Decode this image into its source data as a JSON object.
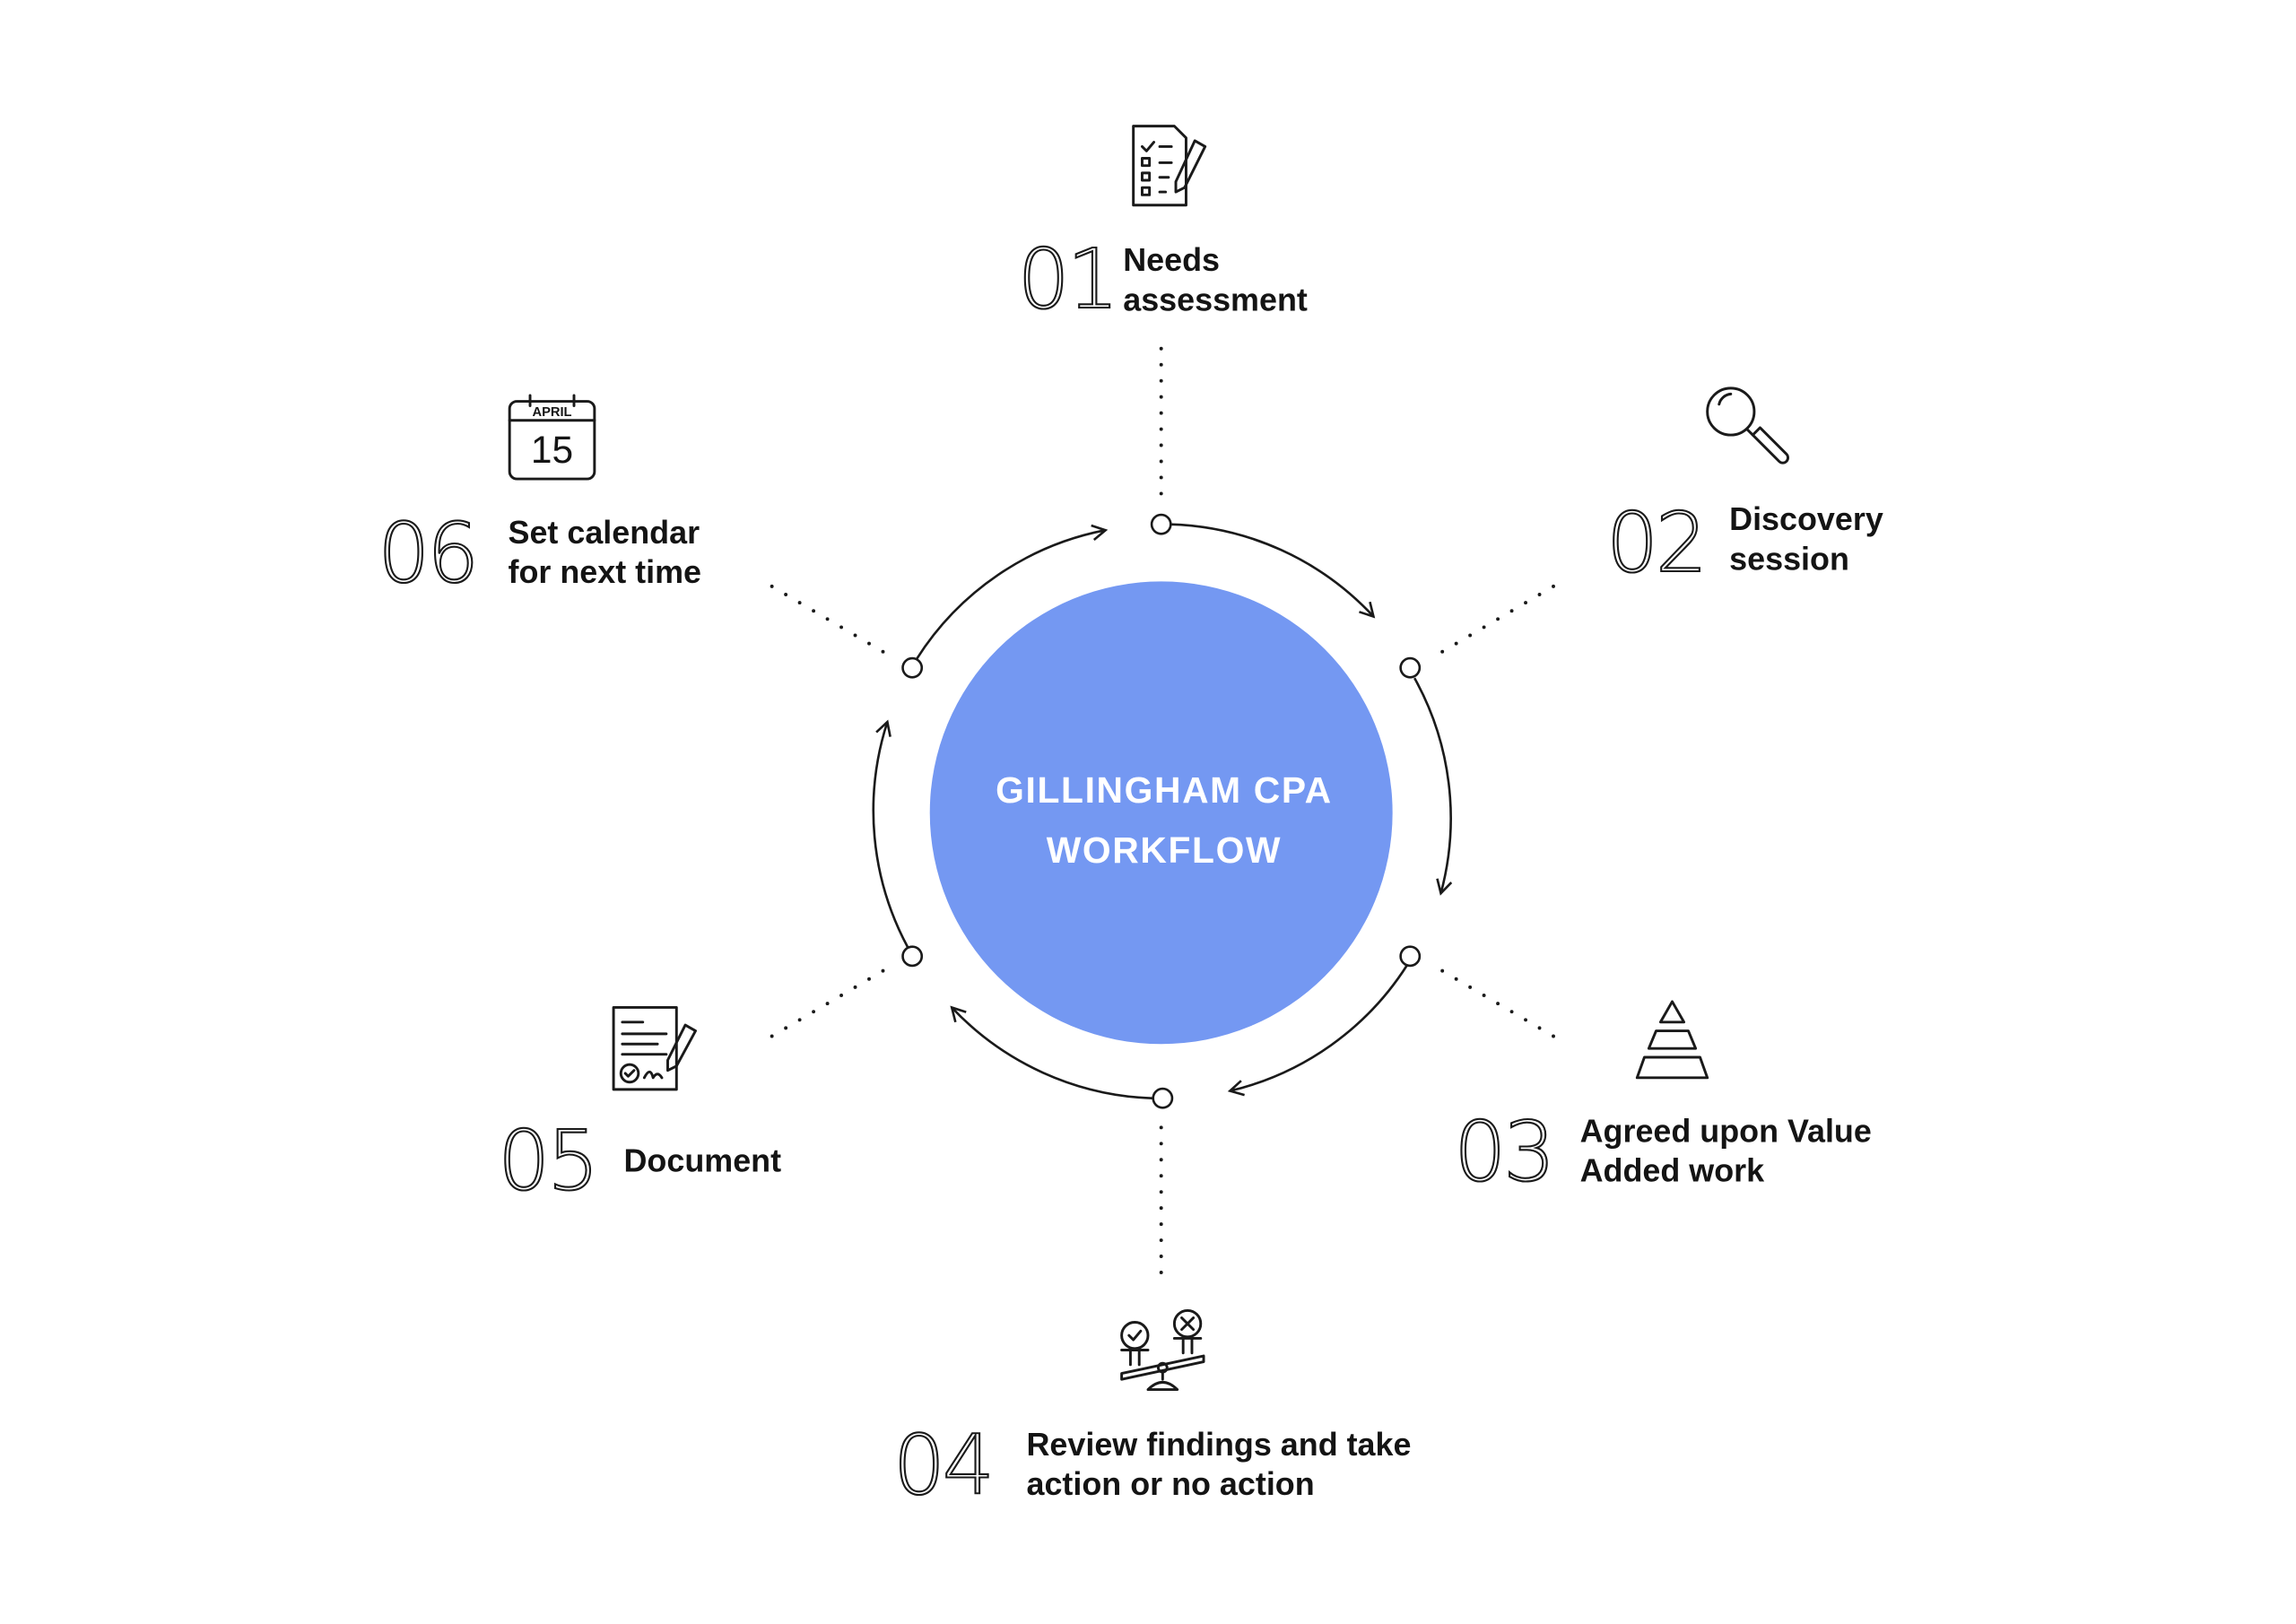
{
  "title": {
    "line1": "GILLINGHAM CPA",
    "line2": "WORKFLOW"
  },
  "colors": {
    "center_fill": "#7498F2",
    "ink": "#141414"
  },
  "steps": [
    {
      "number": "01",
      "line1": "Needs",
      "line2": "assessment",
      "icon": "checklist-icon"
    },
    {
      "number": "02",
      "line1": "Discovery",
      "line2": "session",
      "icon": "magnifier-icon"
    },
    {
      "number": "03",
      "line1": "Agreed upon Value",
      "line2": "Added work",
      "icon": "pyramid-icon"
    },
    {
      "number": "04",
      "line1": "Review findings and take",
      "line2": "action or no action",
      "icon": "balance-scale-icon"
    },
    {
      "number": "05",
      "line1": "Document",
      "icon": "signed-document-icon"
    },
    {
      "number": "06",
      "line1": "Set calendar",
      "line2": "for next time",
      "icon": "calendar-icon",
      "calendar_month": "APRIL",
      "calendar_day": "15"
    }
  ]
}
